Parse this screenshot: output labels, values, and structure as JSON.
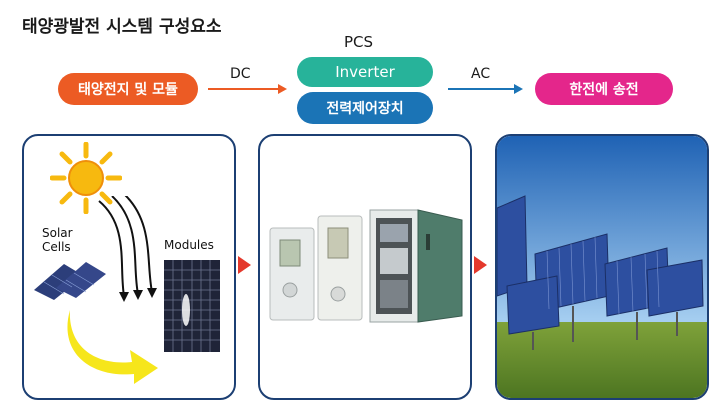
{
  "title": "태양광발전 시스템 구성요소",
  "flow": {
    "source": {
      "label": "태양전지 및 모듈",
      "color": "#ec5b24"
    },
    "dc_label": "DC",
    "pcs": {
      "heading": "PCS",
      "inverter": "Inverter",
      "controller": "전력제어장치",
      "inverter_color": "#27b39a",
      "controller_color": "#1b74b6"
    },
    "ac_label": "AC",
    "target": {
      "label": "한전에 송전",
      "color": "#e4268b"
    }
  },
  "panels": {
    "solar": {
      "cells_label": "Solar Cells",
      "modules_label": "Modules"
    }
  },
  "colors": {
    "panel_border": "#1c3f73",
    "triangle_arrow": "#e4382c",
    "sun": "#f7b90f"
  }
}
